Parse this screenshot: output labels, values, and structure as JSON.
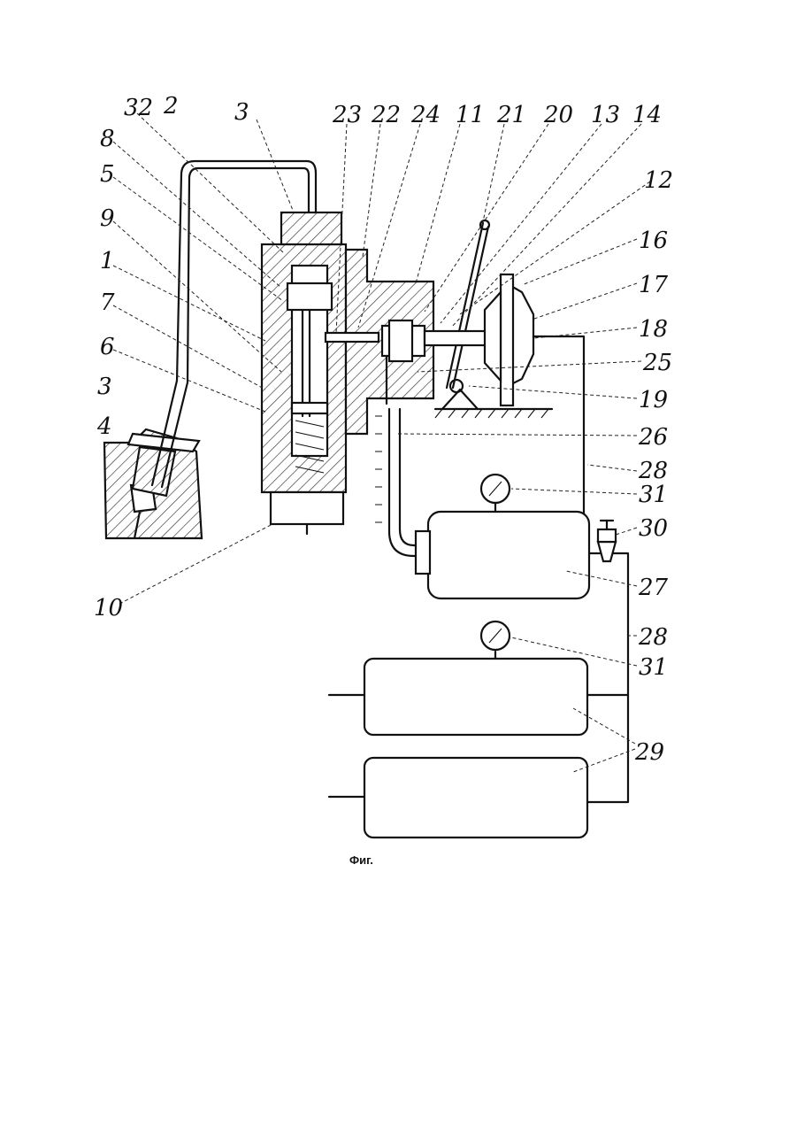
{
  "figure": {
    "caption": "Фиг.",
    "labels": [
      "32",
      "2",
      "3",
      "8",
      "5",
      "9",
      "1",
      "7",
      "6",
      "3",
      "4",
      "10",
      "23",
      "22",
      "24",
      "11",
      "21",
      "20",
      "13",
      "14",
      "12",
      "16",
      "17",
      "18",
      "25",
      "19",
      "26",
      "28",
      "31",
      "30",
      "27",
      "28",
      "31",
      "29"
    ]
  }
}
